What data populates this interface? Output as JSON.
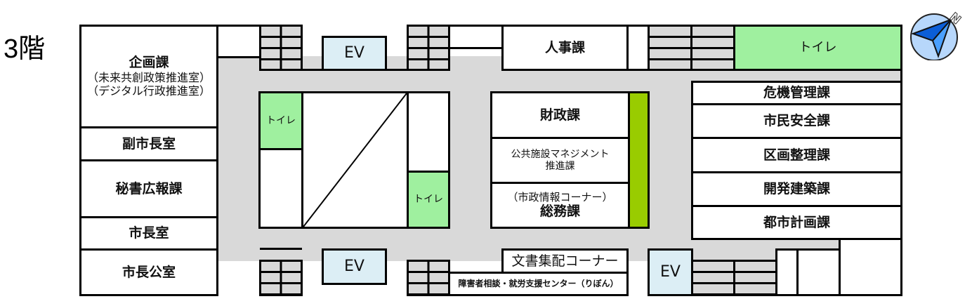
{
  "floor_label": "3階",
  "compass": {
    "label": "N"
  },
  "colors": {
    "corridor": "#d9d9d9",
    "toilet": "#9ff09f",
    "elevator": "#dceef5",
    "accent_bar": "#99cc00"
  },
  "left_rooms": {
    "kikaku": {
      "name": "企画課",
      "sub": "（未来共創政策推進室）（デジタル行政推進室）"
    },
    "fukushicho": "副市長室",
    "hisho": "秘書広報課",
    "shicho": "市長室",
    "shicho_koshitsu": "市長公室"
  },
  "top": {
    "ev": "EV",
    "jinji": "人事課",
    "toilet": "トイレ"
  },
  "center": {
    "toilet_left": "トイレ",
    "toilet_right": "トイレ",
    "zaisei": "財政課",
    "kokyo": "公共施設マネジメント推進課",
    "somu_sub": "（市政情報コーナー）",
    "somu": "総務課"
  },
  "right_rooms": [
    "危機管理課",
    "市民安全課",
    "区画整理課",
    "開発建築課",
    "都市計画課"
  ],
  "bottom": {
    "ev_left": "EV",
    "ev_right": "EV",
    "bunsho": "文書集配コーナー",
    "shogai": "障害者相談・就労支援センター（りぼん）"
  }
}
